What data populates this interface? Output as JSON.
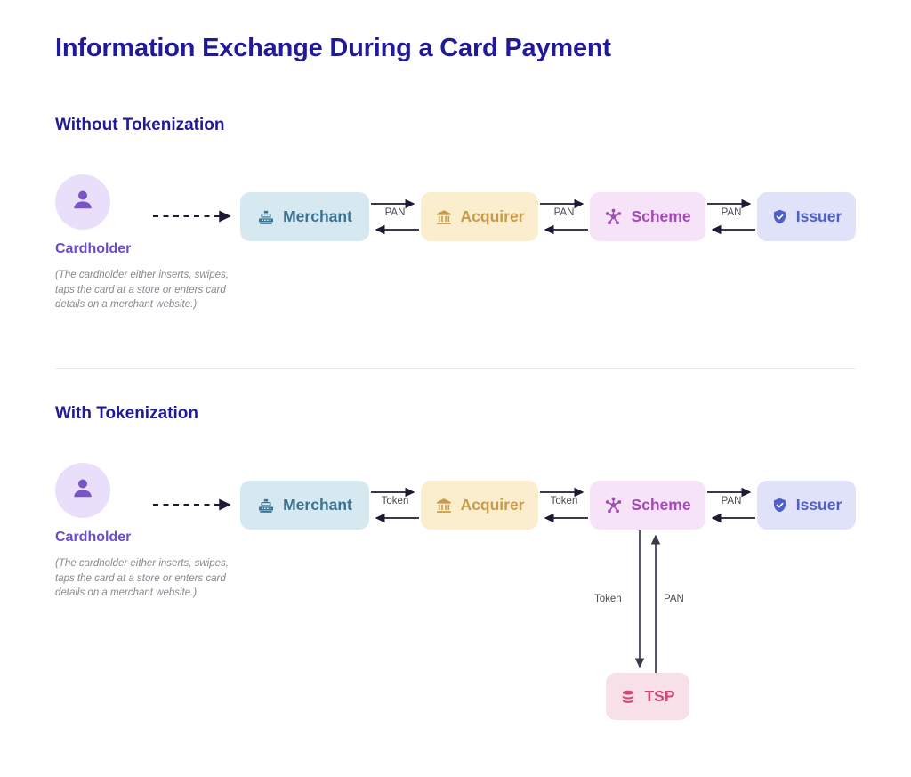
{
  "title": "Information Exchange During a Card Payment",
  "sections": [
    {
      "heading": "Without Tokenization",
      "cardholder": {
        "icon": "person-icon",
        "name": "Cardholder",
        "caption": "(The cardholder either inserts, swipes, taps the card at a store or enters card details on a merchant website.)"
      },
      "nodes": [
        {
          "id": "merchant",
          "label": "Merchant",
          "icon": "cash-register-icon",
          "bg": "#d7e9f0",
          "fg": "#3b7390"
        },
        {
          "id": "acquirer",
          "label": "Acquirer",
          "icon": "bank-icon",
          "bg": "#fbeecf",
          "fg": "#c99b48"
        },
        {
          "id": "scheme",
          "label": "Scheme",
          "icon": "network-hub-icon",
          "bg": "#f6e3f7",
          "fg": "#a449b8"
        },
        {
          "id": "issuer",
          "label": "Issuer",
          "icon": "shield-check-icon",
          "bg": "#dfe2f8",
          "fg": "#4f5fc4"
        }
      ],
      "links": [
        {
          "from": "merchant",
          "to": "acquirer",
          "label": "PAN"
        },
        {
          "from": "acquirer",
          "to": "scheme",
          "label": "PAN"
        },
        {
          "from": "scheme",
          "to": "issuer",
          "label": "PAN"
        }
      ]
    },
    {
      "heading": "With Tokenization",
      "cardholder": {
        "icon": "person-icon",
        "name": "Cardholder",
        "caption": "(The cardholder either inserts, swipes, taps the card at a store or enters card details on a merchant website.)"
      },
      "nodes": [
        {
          "id": "merchant",
          "label": "Merchant",
          "icon": "cash-register-icon",
          "bg": "#d7e9f0",
          "fg": "#3b7390"
        },
        {
          "id": "acquirer",
          "label": "Acquirer",
          "icon": "bank-icon",
          "bg": "#fbeecf",
          "fg": "#c99b48"
        },
        {
          "id": "scheme",
          "label": "Scheme",
          "icon": "network-hub-icon",
          "bg": "#f6e3f7",
          "fg": "#a449b8"
        },
        {
          "id": "issuer",
          "label": "Issuer",
          "icon": "shield-check-icon",
          "bg": "#dfe2f8",
          "fg": "#4f5fc4"
        },
        {
          "id": "tsp",
          "label": "TSP",
          "icon": "database-icon",
          "bg": "#f7e0e8",
          "fg": "#cf4878"
        }
      ],
      "links": [
        {
          "from": "merchant",
          "to": "acquirer",
          "label": "Token"
        },
        {
          "from": "acquirer",
          "to": "scheme",
          "label": "Token"
        },
        {
          "from": "scheme",
          "to": "issuer",
          "label": "PAN"
        },
        {
          "from": "scheme",
          "to": "tsp",
          "label": "Token",
          "direction": "down"
        },
        {
          "from": "tsp",
          "to": "scheme",
          "label": "PAN",
          "direction": "up"
        }
      ]
    }
  ],
  "colors": {
    "title": "#211a96",
    "cardholder_accent": "#6d4bd1",
    "cardholder_avatar_bg": "#e9dffb",
    "caption": "#85898f",
    "arrow": "#1c1b36",
    "arrow_label": "#4a4a52",
    "divider": "#e6e6e9",
    "background": "#ffffff"
  }
}
